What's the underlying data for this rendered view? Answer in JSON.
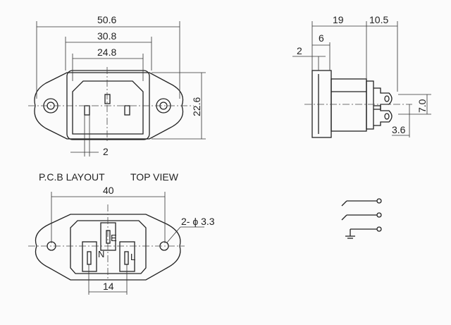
{
  "front_view": {
    "dims": {
      "overall_width": "50.6",
      "body_width": "30.8",
      "socket_width": "24.8",
      "height": "22.6",
      "pin_width": "2"
    }
  },
  "side_view": {
    "dims": {
      "depth": "19",
      "terminal_length": "10.5",
      "flange_depth": "6",
      "flange_thickness": "2",
      "terminal_pitch": "7.0",
      "terminal_offset": "3.6"
    }
  },
  "pcb_layout": {
    "title": "P.C.B LAYOUT",
    "view": "TOP VIEW",
    "dims": {
      "hole_spacing": "40",
      "pin_spacing": "14",
      "holes": "2- ϕ 3.3"
    },
    "pins": {
      "earth": "E",
      "neutral": "N",
      "live": "L"
    }
  }
}
